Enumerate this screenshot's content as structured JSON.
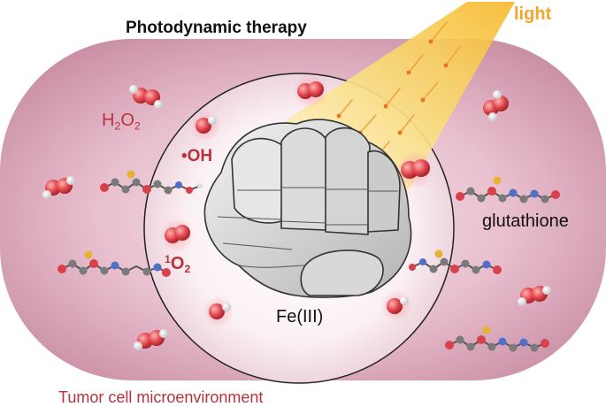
{
  "title": "Photodynamic therapy",
  "light_label": "light",
  "h2o2": {
    "base": "H",
    "sub1": "2",
    "mid": "O",
    "sub2": "2"
  },
  "hydroxyl": {
    "dot": "•",
    "text": "OH"
  },
  "singlet_oxygen": {
    "sup": "1",
    "base": "O",
    "sub": "2"
  },
  "iron_label": "Fe(III)",
  "gsh_label": "glutathione",
  "environment_label": "Tumor cell microenvironment",
  "colors": {
    "background_band": "#d9a6b8",
    "reactive_red": "#b8323b",
    "light_yellow": "#f6d25a",
    "fist_gray": "#c8c8c8",
    "circle_fill": "#fbf3f6"
  },
  "icons": [
    "fist-icon",
    "light-beam-icon",
    "h2o2-molecule-icon",
    "hydroxyl-radical-icon",
    "singlet-oxygen-icon",
    "glutathione-molecule-icon"
  ]
}
